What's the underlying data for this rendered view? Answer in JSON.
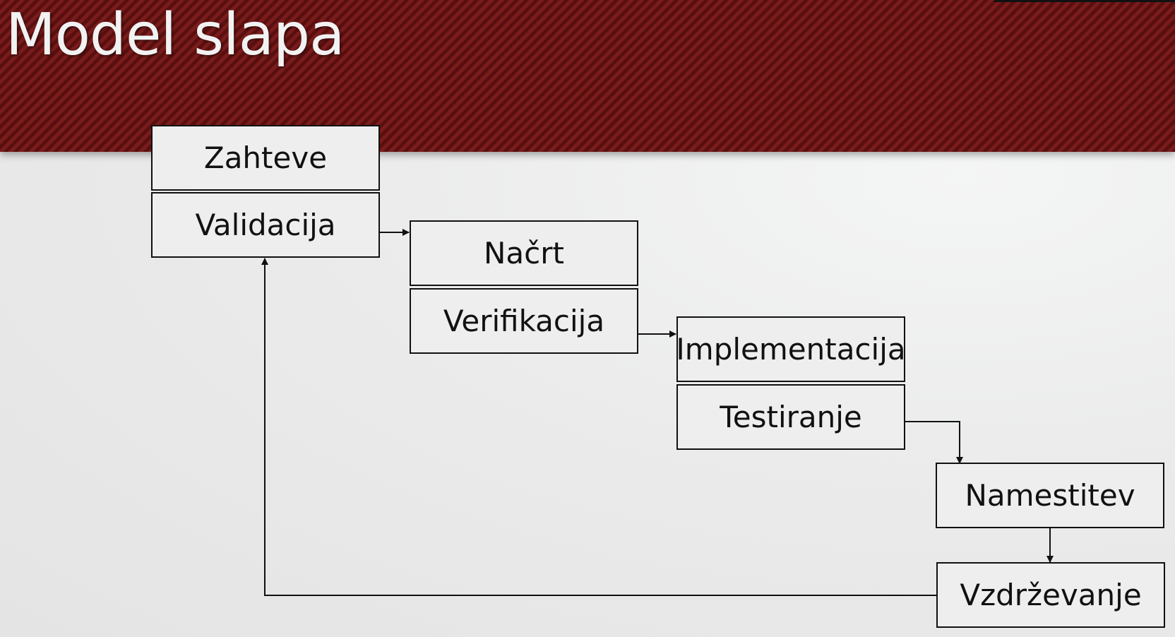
{
  "slide": {
    "title": "Model slapa"
  },
  "phases": {
    "zahteve": "Zahteve",
    "validacija": "Validacija",
    "nacrt": "Načrt",
    "verifikacija": "Verifikacija",
    "implementacija": "Implementacija",
    "testiranje": "Testiranje",
    "namestitev": "Namestitev",
    "vzdrzevanje": "Vzdrževanje"
  },
  "colors": {
    "banner": "#6e1616",
    "title_text": "#f2f2f2",
    "line": "#111111"
  }
}
